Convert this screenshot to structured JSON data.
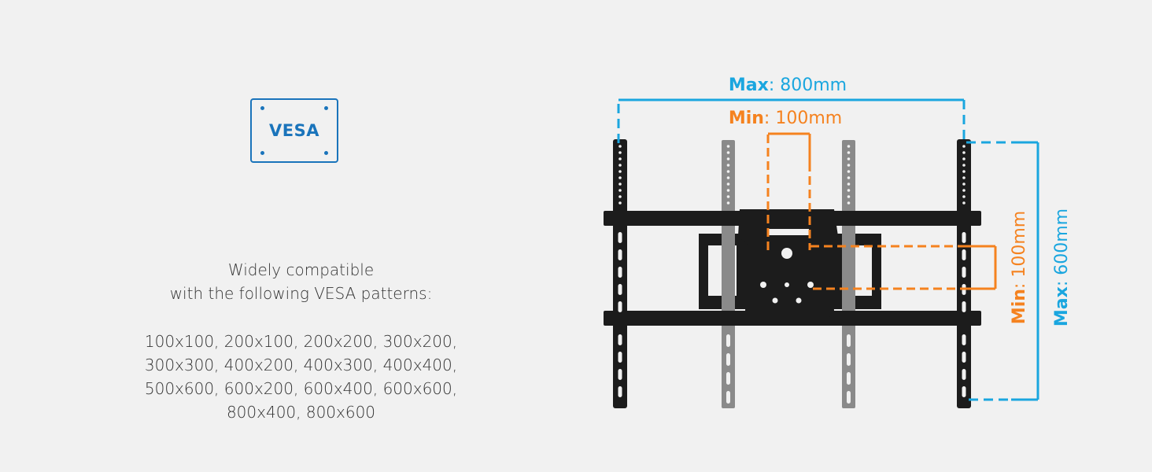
{
  "vesa_badge": {
    "label": "VESA"
  },
  "description": {
    "intro_lines": [
      "Widely compatible",
      "with the following VESA patterns:"
    ],
    "pattern_lines": [
      "100x100, 200x100, 200x200, 300x200,",
      "300x300, 400x200, 400x300, 400x400,",
      "500x600, 600x200, 600x400, 600x600,",
      "800x400, 800x600"
    ]
  },
  "dimensions": {
    "max_width": {
      "label": "Max",
      "value": ": 800mm"
    },
    "min_width": {
      "label": "Min",
      "value": ": 100mm"
    },
    "min_height": {
      "label": "Min",
      "value": ": 100mm"
    },
    "max_height": {
      "label": "Max",
      "value": ": 600mm"
    }
  },
  "colors": {
    "max_blue": "#1aa6df",
    "min_orange": "#f5821f",
    "badge_blue": "#1a74bb",
    "mount_black": "#1c1c1c",
    "rail_grey": "#8a8a8a"
  }
}
